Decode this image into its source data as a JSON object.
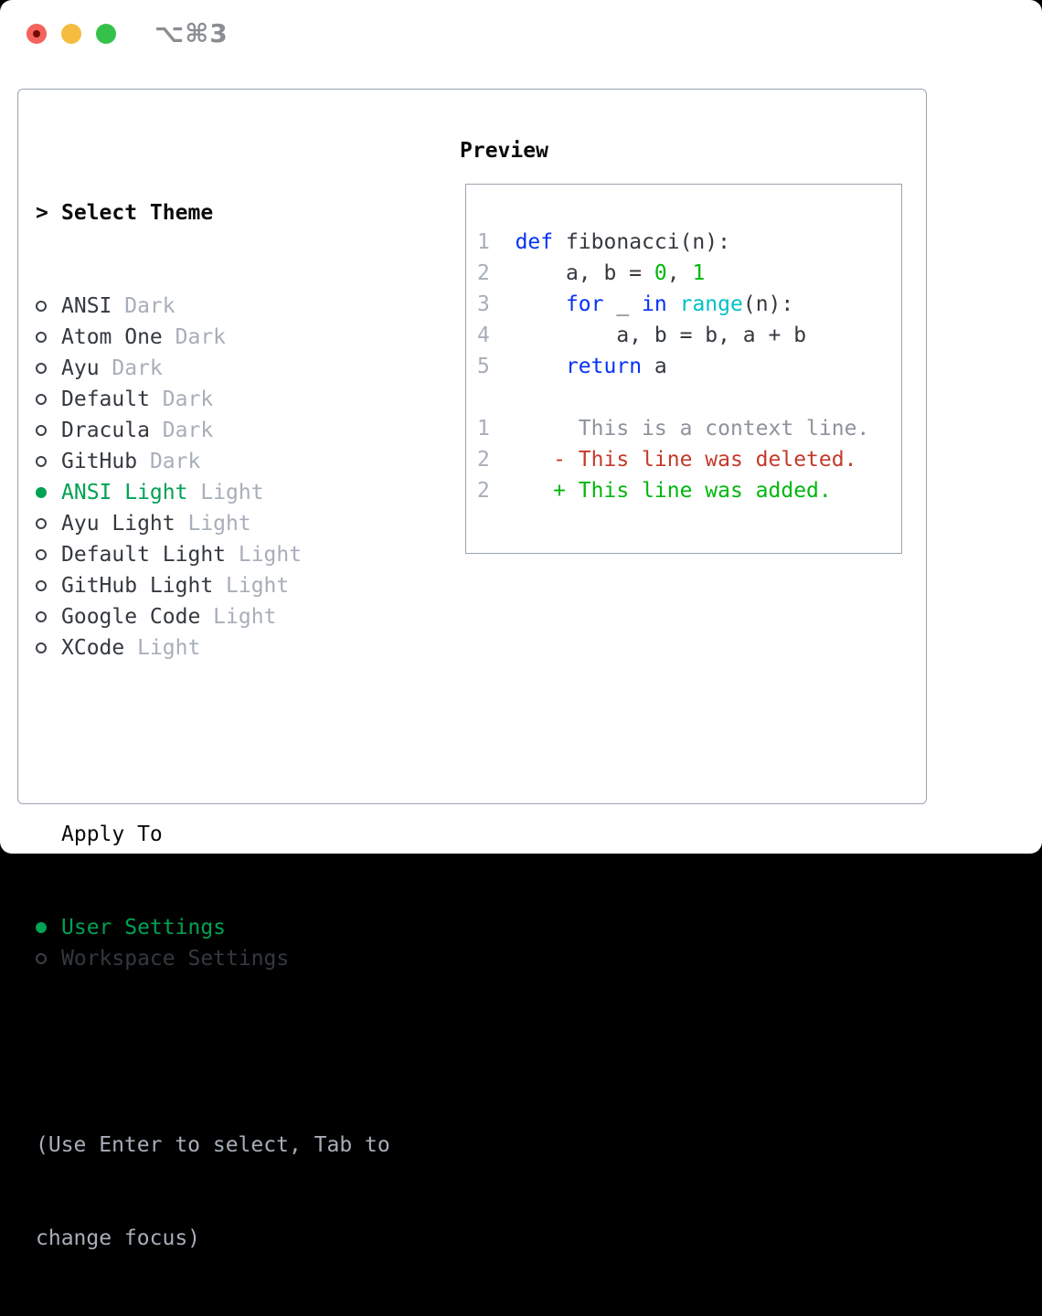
{
  "window": {
    "shortcut_label": "⌥⌘3"
  },
  "theme_selector": {
    "cursor": ">",
    "title": "Select Theme",
    "items": [
      {
        "name": "ANSI",
        "variant": "Dark",
        "selected": false
      },
      {
        "name": "Atom One",
        "variant": "Dark",
        "selected": false
      },
      {
        "name": "Ayu",
        "variant": "Dark",
        "selected": false
      },
      {
        "name": "Default",
        "variant": "Dark",
        "selected": false
      },
      {
        "name": "Dracula",
        "variant": "Dark",
        "selected": false
      },
      {
        "name": "GitHub",
        "variant": "Dark",
        "selected": false
      },
      {
        "name": "ANSI Light",
        "variant": "Light",
        "selected": true
      },
      {
        "name": "Ayu Light",
        "variant": "Light",
        "selected": false
      },
      {
        "name": "Default Light",
        "variant": "Light",
        "selected": false
      },
      {
        "name": "GitHub Light",
        "variant": "Light",
        "selected": false
      },
      {
        "name": "Google Code",
        "variant": "Light",
        "selected": false
      },
      {
        "name": "XCode",
        "variant": "Light",
        "selected": false
      }
    ]
  },
  "apply_to": {
    "title": "Apply To",
    "options": [
      {
        "label": "User Settings",
        "selected": true
      },
      {
        "label": "Workspace Settings",
        "selected": false
      }
    ]
  },
  "help_text": [
    "(Use Enter to select, Tab to",
    "change focus)"
  ],
  "preview": {
    "title": "Preview",
    "lines": [
      {
        "num": "1",
        "segments": [
          {
            "text": "  ",
            "color": "fg"
          },
          {
            "text": "def",
            "color": "keyword"
          },
          {
            "text": " fibonacci(n):",
            "color": "fg"
          }
        ]
      },
      {
        "num": "2",
        "segments": [
          {
            "text": "      a, b = ",
            "color": "fg"
          },
          {
            "text": "0",
            "color": "literal"
          },
          {
            "text": ", ",
            "color": "fg"
          },
          {
            "text": "1",
            "color": "literal"
          }
        ]
      },
      {
        "num": "3",
        "segments": [
          {
            "text": "      ",
            "color": "fg"
          },
          {
            "text": "for",
            "color": "keyword"
          },
          {
            "text": " _ ",
            "color": "fg"
          },
          {
            "text": "in",
            "color": "keyword"
          },
          {
            "text": " ",
            "color": "fg"
          },
          {
            "text": "range",
            "color": "builtin"
          },
          {
            "text": "(n):",
            "color": "fg"
          }
        ]
      },
      {
        "num": "4",
        "segments": [
          {
            "text": "          a, b = b, a + b",
            "color": "fg"
          }
        ]
      },
      {
        "num": "5",
        "segments": [
          {
            "text": "      ",
            "color": "fg"
          },
          {
            "text": "return",
            "color": "keyword"
          },
          {
            "text": " a",
            "color": "fg"
          }
        ]
      },
      {
        "num": "",
        "segments": []
      },
      {
        "num": "1",
        "segments": [
          {
            "text": "       This is a context line.",
            "color": "context"
          }
        ]
      },
      {
        "num": "2",
        "segments": [
          {
            "text": "     ",
            "color": "fg"
          },
          {
            "text": "- This line was deleted.",
            "color": "deleted"
          }
        ]
      },
      {
        "num": "2",
        "segments": [
          {
            "text": "     ",
            "color": "fg"
          },
          {
            "text": "+ This line was added.",
            "color": "added"
          }
        ]
      }
    ]
  },
  "colors": {
    "fg": "#34393f",
    "heading": "#0b0b0c",
    "muted": "#a7aeb9",
    "green_accent": "#00a254",
    "keyword": "#0532f5",
    "literal": "#00b70d",
    "builtin": "#00c1c7",
    "context": "#8d939c",
    "deleted": "#c43a2b",
    "added": "#00b70d",
    "line_number": "#a7aeb9",
    "border": "#9aa3ae",
    "shortcut": "#8a8d91",
    "traffic_red": "#f4635c",
    "traffic_red_dot": "#750c04",
    "traffic_yellow": "#f5bc40",
    "traffic_green": "#35c24a"
  }
}
